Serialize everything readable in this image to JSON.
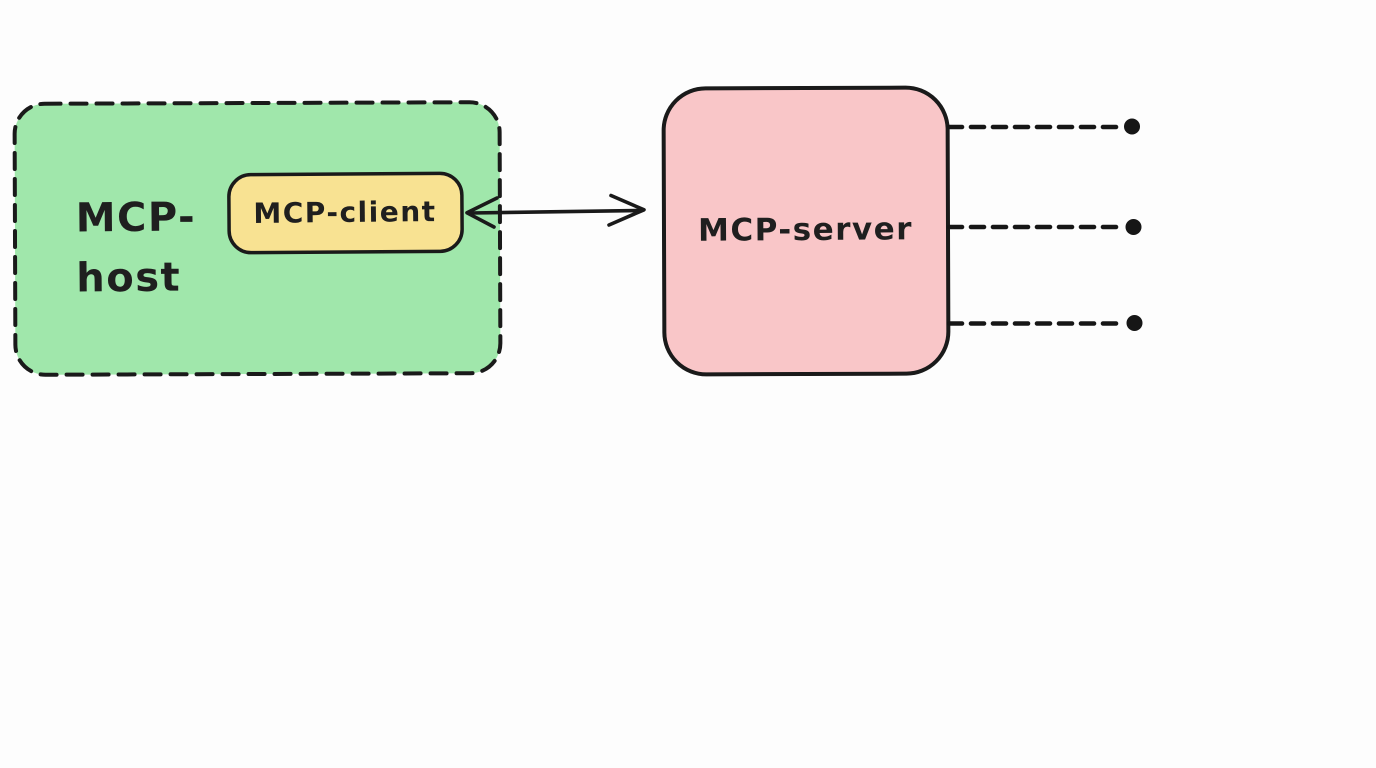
{
  "page": {
    "background": "#fdfdfd",
    "stroke": "#1a1a1a",
    "text_color": "#1f1f1f"
  },
  "diagram": {
    "host": {
      "label": "MCP-\nhost",
      "fill": "#a0e7ab"
    },
    "client": {
      "label": "MCP-client",
      "fill": "#f8e292"
    },
    "server": {
      "label": "MCP-server",
      "fill": "#f9c6c8"
    },
    "connectors": {
      "client_server_arrow": "bidirectional-arrow",
      "server_endpoint_count": "3",
      "server_endpoint_style": "dashed-line-with-dot"
    }
  }
}
